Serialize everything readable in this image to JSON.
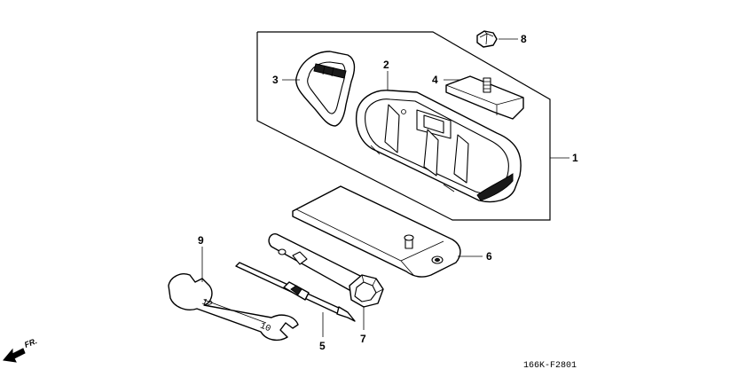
{
  "diagram": {
    "drawing_code": "166K-F2801",
    "direction_label": "FR."
  },
  "parts": [
    {
      "number": "1",
      "name": "tool-kit-assembly"
    },
    {
      "number": "2",
      "name": "tool-bag"
    },
    {
      "number": "3",
      "name": "strap"
    },
    {
      "number": "4",
      "name": "bracket-plate"
    },
    {
      "number": "5",
      "name": "screwdriver"
    },
    {
      "number": "6",
      "name": "tool-roll"
    },
    {
      "number": "7",
      "name": "box-spanner"
    },
    {
      "number": "8",
      "name": "nut"
    },
    {
      "number": "9",
      "name": "open-end-wrench"
    }
  ],
  "wrench_markings": [
    "12",
    "10"
  ]
}
